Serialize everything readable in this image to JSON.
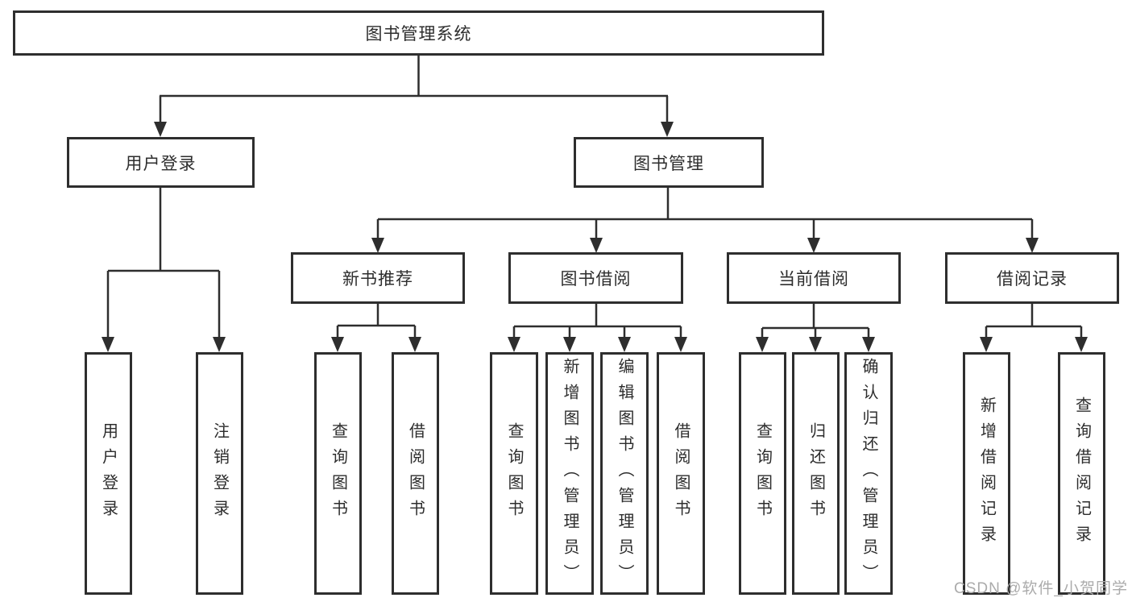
{
  "tree": {
    "root": {
      "label": "图书管理系统"
    },
    "branches": [
      {
        "label": "用户登录",
        "children": [
          {
            "label": "用户登录"
          },
          {
            "label": "注销登录"
          }
        ]
      },
      {
        "label": "图书管理",
        "children": [
          {
            "label": "新书推荐",
            "children": [
              {
                "label": "查询图书"
              },
              {
                "label": "借阅图书"
              }
            ]
          },
          {
            "label": "图书借阅",
            "children": [
              {
                "label": "查询图书"
              },
              {
                "label": "新增图书（管理员）"
              },
              {
                "label": "编辑图书（管理员）"
              },
              {
                "label": "借阅图书"
              }
            ]
          },
          {
            "label": "当前借阅",
            "children": [
              {
                "label": "查询图书"
              },
              {
                "label": "归还图书"
              },
              {
                "label": "确认归还（管理员）"
              }
            ]
          },
          {
            "label": "借阅记录",
            "children": [
              {
                "label": "新增借阅记录"
              },
              {
                "label": "查询借阅记录"
              }
            ]
          }
        ]
      }
    ]
  },
  "watermark": {
    "text": "CSDN @软件_小贺同学"
  },
  "colors": {
    "line": "#2e2e2e",
    "text": "#2d2d2d",
    "watermark": "#ababab",
    "background": "#ffffff"
  }
}
